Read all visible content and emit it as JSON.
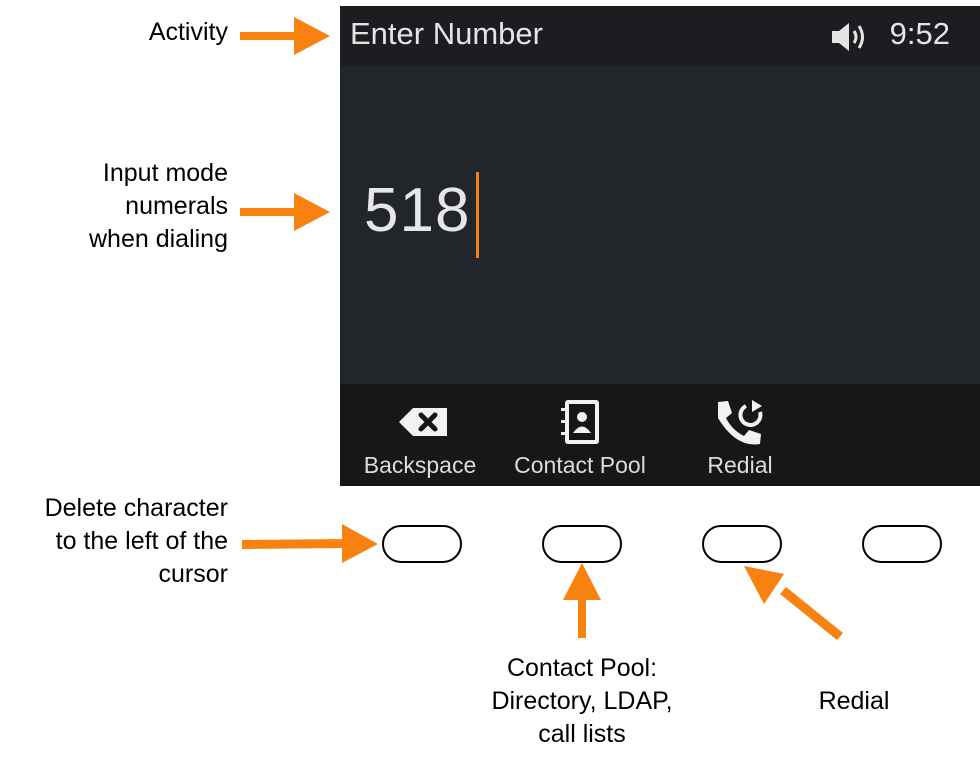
{
  "screen": {
    "title": "Enter Number",
    "clock": "9:52",
    "dial_value": "518",
    "softkeys": [
      {
        "label": "Backspace",
        "icon": "backspace-icon"
      },
      {
        "label": "Contact Pool",
        "icon": "contact-book-icon"
      },
      {
        "label": "Redial",
        "icon": "redial-icon"
      }
    ]
  },
  "callouts": {
    "activity": "Activity",
    "input_mode": [
      "Input mode",
      "numerals",
      "when dialing"
    ],
    "delete": [
      "Delete character",
      "to the left of the",
      "cursor"
    ],
    "contact_pool": [
      "Contact Pool:",
      "Directory, LDAP,",
      "call lists"
    ],
    "redial": "Redial"
  },
  "colors": {
    "arrow": "#f7820f",
    "screen_bg": "#222529",
    "status_bg": "#1b1d20",
    "softkey_bar_bg": "#151719",
    "cursor": "#f0811e"
  }
}
